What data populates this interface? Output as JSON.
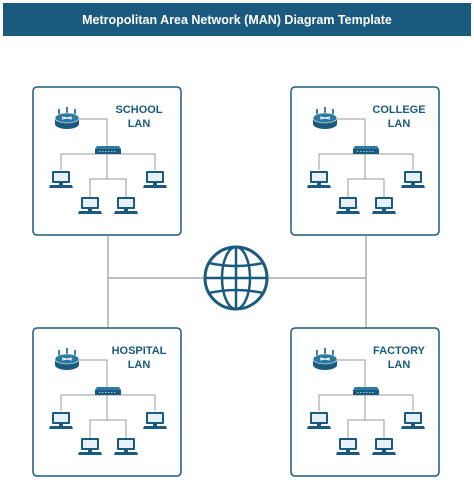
{
  "header": {
    "title": "Metropolitan Area Network (MAN) Diagram Template"
  },
  "lans": [
    {
      "id": "school",
      "line1": "SCHOOL",
      "line2": "LAN"
    },
    {
      "id": "college",
      "line1": "COLLEGE",
      "line2": "LAN"
    },
    {
      "id": "hospital",
      "line1": "HOSPITAL",
      "line2": "LAN"
    },
    {
      "id": "factory",
      "line1": "FACTORY",
      "line2": "LAN"
    }
  ],
  "colors": {
    "header": "#1a5a7e",
    "accent": "#1a5a7e",
    "line": "#9a9a9a",
    "box_border": "#1a5a7e"
  },
  "icons": {
    "center": "globe-icon",
    "router": "router-icon",
    "switch": "switch-icon",
    "computer": "computer-icon"
  }
}
